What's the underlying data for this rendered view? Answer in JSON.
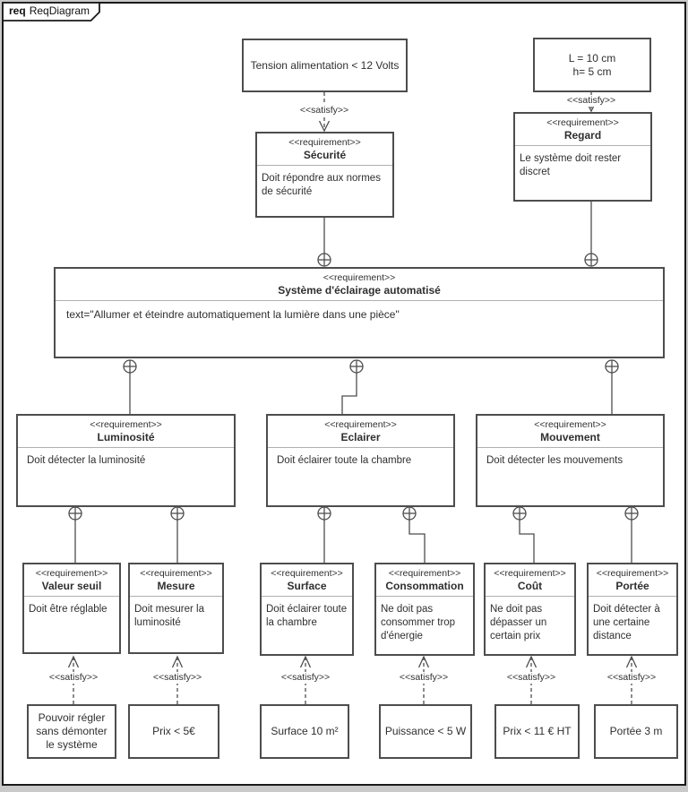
{
  "diagram": {
    "tab": {
      "keyword": "req",
      "name": "ReqDiagram"
    }
  },
  "labels": {
    "stereotype": "<<requirement>>",
    "satisfy": "<<satisfy>>"
  },
  "requirements": {
    "system": {
      "name": "Système d'éclairage automatisé",
      "body": "text=\"Allumer et éteindre automatiquement la lumière dans une pièce\""
    },
    "securite": {
      "name": "Sécurité",
      "body": "Doit répondre aux normes de sécurité"
    },
    "regard": {
      "name": "Regard",
      "body": "Le système doit rester discret"
    },
    "luminosite": {
      "name": "Luminosité",
      "body": "Doit détecter la luminosité"
    },
    "eclairer": {
      "name": "Eclairer",
      "body": "Doit éclairer toute la chambre"
    },
    "mouvement": {
      "name": "Mouvement",
      "body": "Doit détecter les mouvements"
    },
    "valeur_seuil": {
      "name": "Valeur seuil",
      "body": "Doit être réglable"
    },
    "mesure": {
      "name": "Mesure",
      "body": "Doit mesurer la luminosité"
    },
    "surface": {
      "name": "Surface",
      "body": "Doit éclairer toute la chambre"
    },
    "consommation": {
      "name": "Consommation",
      "body": "Ne doit pas consommer trop d'énergie"
    },
    "cout": {
      "name": "Coût",
      "body": "Ne doit pas dépasser un certain prix"
    },
    "portee": {
      "name": "Portée",
      "body": "Doit détecter à une certaine distance"
    }
  },
  "notes": {
    "tension": "Tension alimentation < 12 Volts",
    "dimensions": "L = 10 cm\nh= 5 cm",
    "reglage": "Pouvoir régler sans démonter le système",
    "prix_capteur": "Prix < 5€",
    "surface_piece": "Surface 10 m²",
    "puissance": "Puissance < 5 W",
    "prix_detecteur": "Prix < 11 € HT",
    "portee_distance": "Portée 3 m"
  },
  "colors": {
    "frame_border": "#1a1a1a",
    "box_border": "#4d4d4d",
    "connector": "#4d4d4d",
    "divider": "#b0b0b0",
    "background": "#ffffff",
    "page_background": "#c9c9c9"
  }
}
